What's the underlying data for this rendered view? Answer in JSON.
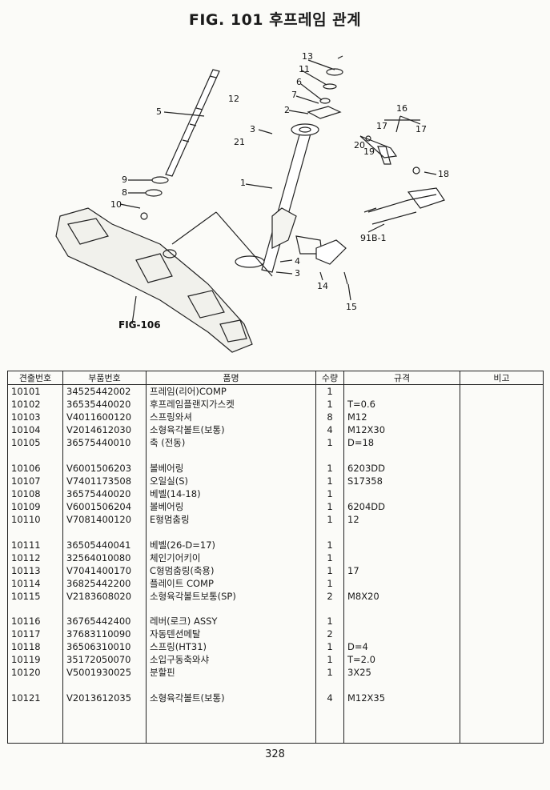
{
  "title": "FIG. 101 후프레임 관계",
  "diagram": {
    "callouts": [
      "13",
      "11",
      "6",
      "7",
      "2",
      "3",
      "21",
      "1",
      "5",
      "12",
      "9",
      "8",
      "10",
      "4",
      "3",
      "14",
      "15",
      "16",
      "17",
      "17",
      "20",
      "19",
      "18",
      "91B-1"
    ],
    "fig_reference": "FIG-106"
  },
  "table": {
    "headers": [
      "견출번호",
      "부품번호",
      "품명",
      "수량",
      "규격",
      "비고"
    ],
    "rows": [
      [
        "10101",
        "34525442002",
        "프레임(리어)COMP",
        "1",
        "",
        ""
      ],
      [
        "10102",
        "36535440020",
        "후프레임플랜지가스켓",
        "1",
        "T=0.6",
        ""
      ],
      [
        "10103",
        "V4011600120",
        "스프링와셔",
        "8",
        "M12",
        ""
      ],
      [
        "10104",
        "V2014612030",
        "소형육각볼트(보통)",
        "4",
        "M12X30",
        ""
      ],
      [
        "10105",
        "36575440010",
        "축 (전동)",
        "1",
        "D=18",
        ""
      ],
      [
        "",
        "",
        "",
        "",
        "",
        ""
      ],
      [
        "10106",
        "V6001506203",
        "볼베어링",
        "1",
        "6203DD",
        ""
      ],
      [
        "10107",
        "V7401173508",
        "오일실(S)",
        "1",
        "S17358",
        ""
      ],
      [
        "10108",
        "36575440020",
        "베벨(14-18)",
        "1",
        "",
        ""
      ],
      [
        "10109",
        "V6001506204",
        "볼베어링",
        "1",
        "6204DD",
        ""
      ],
      [
        "10110",
        "V7081400120",
        "E형멈춤링",
        "1",
        "12",
        ""
      ],
      [
        "",
        "",
        "",
        "",
        "",
        ""
      ],
      [
        "10111",
        "36505440041",
        "베벨(26-D=17)",
        "1",
        "",
        ""
      ],
      [
        "10112",
        "32564010080",
        "체인기어키이",
        "1",
        "",
        ""
      ],
      [
        "10113",
        "V7041400170",
        "C형멈춤링(축용)",
        "1",
        "17",
        ""
      ],
      [
        "10114",
        "36825442200",
        "플레이트 COMP",
        "1",
        "",
        ""
      ],
      [
        "10115",
        "V2183608020",
        "소형육각볼트보통(SP)",
        "2",
        "M8X20",
        ""
      ],
      [
        "",
        "",
        "",
        "",
        "",
        ""
      ],
      [
        "10116",
        "36765442400",
        "레버(로크) ASSY",
        "1",
        "",
        ""
      ],
      [
        "10117",
        "37683110090",
        "자동텐션메탈",
        "2",
        "",
        ""
      ],
      [
        "10118",
        "36506310010",
        "스프링(HT31)",
        "1",
        "D=4",
        ""
      ],
      [
        "10119",
        "35172050070",
        "소입구동축와샤",
        "1",
        "T=2.0",
        ""
      ],
      [
        "10120",
        "V5001930025",
        "분할핀",
        "1",
        "3X25",
        ""
      ],
      [
        "",
        "",
        "",
        "",
        "",
        ""
      ],
      [
        "10121",
        "V2013612035",
        "소형육각볼트(보통)",
        "4",
        "M12X35",
        ""
      ],
      [
        "",
        "",
        "",
        "",
        "",
        ""
      ],
      [
        "",
        "",
        "",
        "",
        "",
        ""
      ],
      [
        "",
        "",
        "",
        "",
        "",
        ""
      ]
    ]
  },
  "page_number": "328"
}
